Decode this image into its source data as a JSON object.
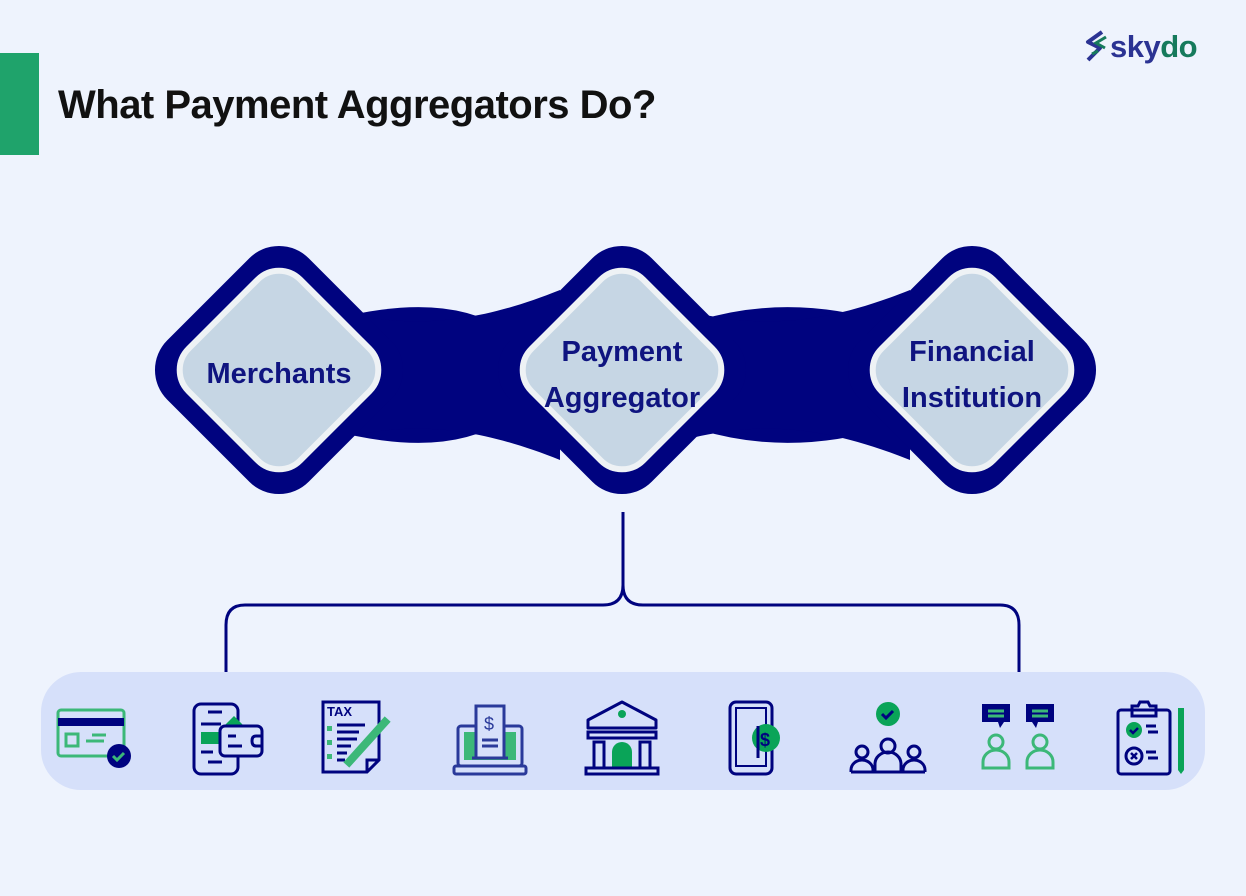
{
  "header": {
    "title": "What Payment Aggregators Do?",
    "logo": {
      "part1": "sky",
      "part2": "do"
    }
  },
  "colors": {
    "background": "#eef3fd",
    "accent_green": "#1fa36b",
    "navy": "#00037f",
    "node_fill": "#c6d6e4",
    "strip": "#d6e0fa"
  },
  "nodes": [
    {
      "label_line1": "Merchants",
      "label_line2": ""
    },
    {
      "label_line1": "Payment",
      "label_line2": "Aggregator"
    },
    {
      "label_line1": "Financial",
      "label_line2": "Institution"
    }
  ],
  "icons": [
    {
      "name": "credit-card-verified-icon"
    },
    {
      "name": "mobile-wallet-icon"
    },
    {
      "name": "tax-document-icon"
    },
    {
      "name": "laptop-invoice-icon"
    },
    {
      "name": "bank-icon"
    },
    {
      "name": "mobile-payment-icon"
    },
    {
      "name": "verified-group-icon"
    },
    {
      "name": "customer-chat-icon"
    },
    {
      "name": "checklist-clipboard-icon"
    }
  ]
}
